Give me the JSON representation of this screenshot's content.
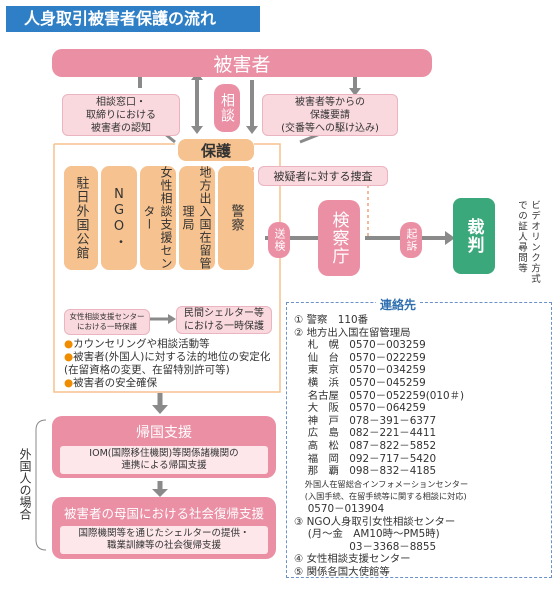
{
  "title": "人身取引被害者保護の流れ",
  "victim": "被害者",
  "consult_box": "相談窓口・\n取締りにおける\n被害者の認知",
  "consult_vertical": "相談",
  "protect_request": "被害者等からの\n保護要請\n(交番等への駆け込み)",
  "hogo": "保護",
  "agencies": [
    "駐日外国公館",
    "NGO・",
    "女性相談支援センター",
    "地方出入国在留管理局",
    "警察"
  ],
  "suspect_search": "被疑者に対する捜査",
  "sokentxt": "送検",
  "prosecutor": "検察庁",
  "kiso": "起訴",
  "court": "裁判",
  "video_link": "ビデオリンク方式での証人尋問等",
  "shelter_center": "女性相談支援センター\nにおける一時保護",
  "shelter_private": "民間シェルター等\nにおける一時保護",
  "services": [
    "カウンセリングや相談活動等",
    "被害者(外国人)に対する法的地位の安定化(在留資格の変更、在留特別許可等)",
    "被害者の安全確保"
  ],
  "side_label": "外国人の場合",
  "repatriation": {
    "heading": "帰国支援",
    "body": "IOM(国際移住機関)等関係諸機関の\n連携による帰国支援"
  },
  "reintegration": {
    "heading": "被害者の母国における社会復帰支援",
    "body": "国際機関等を通じたシェルターの提供・\n職業訓練等の社会復帰支援"
  },
  "contact": {
    "title": "連絡先",
    "lines": [
      "① 警察　110番",
      "② 地方出入国在留管理局",
      "　 札　幌　0570－003259",
      "　 仙　台　0570－022259",
      "　 東　京　0570－034259",
      "　 横　浜　0570－045259",
      "　 名古屋　0570－052259(010＃)",
      "　 大　阪　0570－064259",
      "　 神　戸　078－391－6377",
      "　 広　島　082－221－4411",
      "　 高　松　087－822－5852",
      "　 福　岡　092－717－5420",
      "　 那　覇　098－832－4185",
      "　 外国人在留総合インフォメーションセンター",
      "　 (入国手続、在留手続等に関する相談に対応)",
      "　 0570－013904",
      "③ NGO人身取引女性相談センター",
      "　 (月～金　AM10時～PM5時)",
      "　 　　　　03－3368－8855",
      "④ 女性相談支援センター",
      "⑤ 関係各国大使館等"
    ]
  }
}
